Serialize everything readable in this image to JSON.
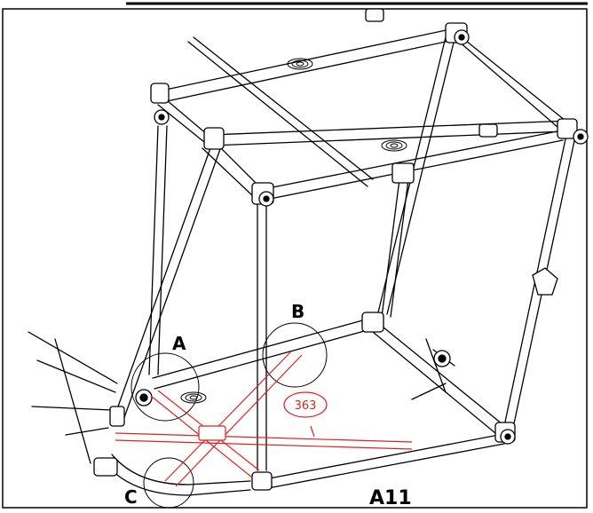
{
  "diagram": {
    "callouts": {
      "a": "A",
      "b": "B",
      "c": "C"
    },
    "dimension_label": "363",
    "figure_code": "A11",
    "colors": {
      "line": "#000000",
      "highlight": "#e0211f",
      "background": "#ffffff"
    }
  }
}
